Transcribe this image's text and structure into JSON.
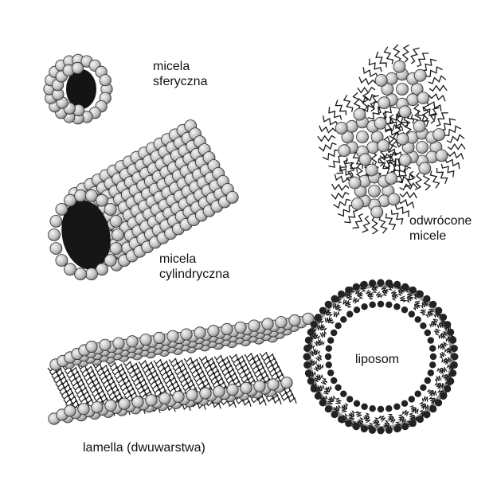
{
  "labels": {
    "spherical_line1": "micela",
    "spherical_line2": "sferyczna",
    "cylindrical_line1": "micela",
    "cylindrical_line2": "cylindryczna",
    "inverse_line1": "odwrócone",
    "inverse_line2": "micele",
    "lamella": "lamella (dwuwarstwa)",
    "liposome": "liposom"
  },
  "colors": {
    "background": "#ffffff",
    "head_fill": "#c9c9c9",
    "head_outline": "#2a2a2a",
    "tail": "#1a1a1a",
    "liposome_head": "#222222",
    "liposome_core": "#9a9a9a"
  }
}
